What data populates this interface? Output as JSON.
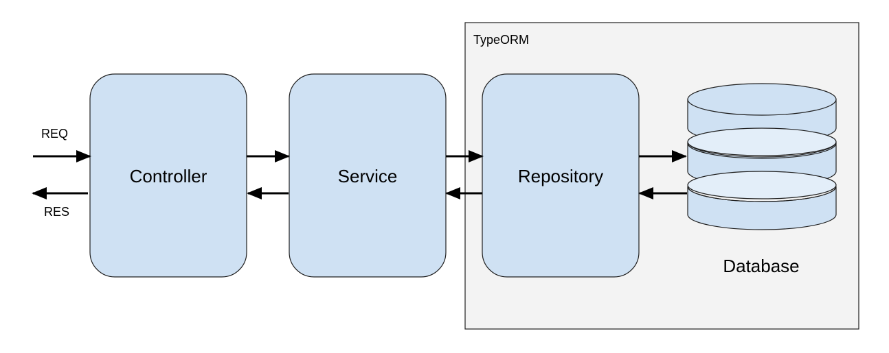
{
  "diagram": {
    "colors": {
      "box_fill": "#cfe1f3",
      "box_stroke": "#1f1f1f",
      "group_fill": "#f3f3f3",
      "group_stroke": "#1f1f1f",
      "arrow": "#000000"
    },
    "group_label": "TypeORM",
    "request_label": "REQ",
    "response_label": "RES",
    "nodes": {
      "controller": "Controller",
      "service": "Service",
      "repository": "Repository",
      "database": "Database"
    },
    "database_icon": "database-cylinder-icon"
  }
}
